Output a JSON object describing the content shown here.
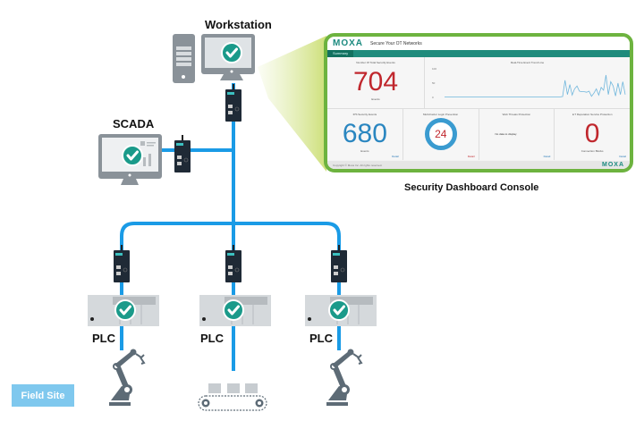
{
  "labels": {
    "workstation": "Workstation",
    "scada": "SCADA",
    "plc": "PLC",
    "field_site": "Field Site",
    "console": "Security Dashboard Console"
  },
  "dashboard": {
    "brand": "MOXA",
    "title": "Secure Your OT Networks",
    "tab": "Summary",
    "cards": [
      {
        "title": "Number Of Total Security Events",
        "value": "704",
        "unit": "Events",
        "color": "#c0272d"
      },
      {
        "title": "Real-Time Event Trend Line"
      },
      {
        "title": "IPS Security Events",
        "value": "680",
        "unit": "Events",
        "color": "#2a86c0",
        "detail": "Detail"
      },
      {
        "title": "Multi-Factor Login Prevention",
        "value": "24",
        "color": "#c0272d",
        "detail": "Detail"
      },
      {
        "title": "Web Threats Protection",
        "message": "No data to display",
        "detail": "Detail"
      },
      {
        "title": "IoT Reputation Service Protection",
        "value": "0",
        "unit": "Connection Blocks",
        "color": "#c0272d",
        "detail": "Detail"
      }
    ],
    "footer_copyright": "Copyright © Moxa Inc. All rights reserved.",
    "footer_brand": "MOXA"
  },
  "trend": {
    "y_ticks": [
      "100",
      "50",
      "0"
    ],
    "values": [
      2,
      2,
      2,
      2,
      2,
      2,
      2,
      2,
      2,
      2,
      2,
      2,
      2,
      2,
      2,
      2,
      2,
      2,
      2,
      2,
      2,
      2,
      2,
      2,
      2,
      2,
      2,
      2,
      2,
      2,
      2,
      2,
      2,
      2,
      2,
      2,
      2,
      2,
      2,
      2,
      2,
      2,
      2,
      2,
      2,
      2,
      2,
      2,
      2,
      3,
      60,
      10,
      45,
      8,
      30,
      40,
      22,
      20,
      20,
      18,
      22,
      4,
      15,
      30,
      8,
      35,
      25,
      78,
      10,
      55,
      40,
      5,
      50,
      10,
      55,
      10
    ]
  },
  "colors": {
    "network": "#1a9be6",
    "check": "#1a9a8a",
    "device": "#c7ccd0",
    "switch": "#1f2a36",
    "dash_border": "#6db33f"
  }
}
